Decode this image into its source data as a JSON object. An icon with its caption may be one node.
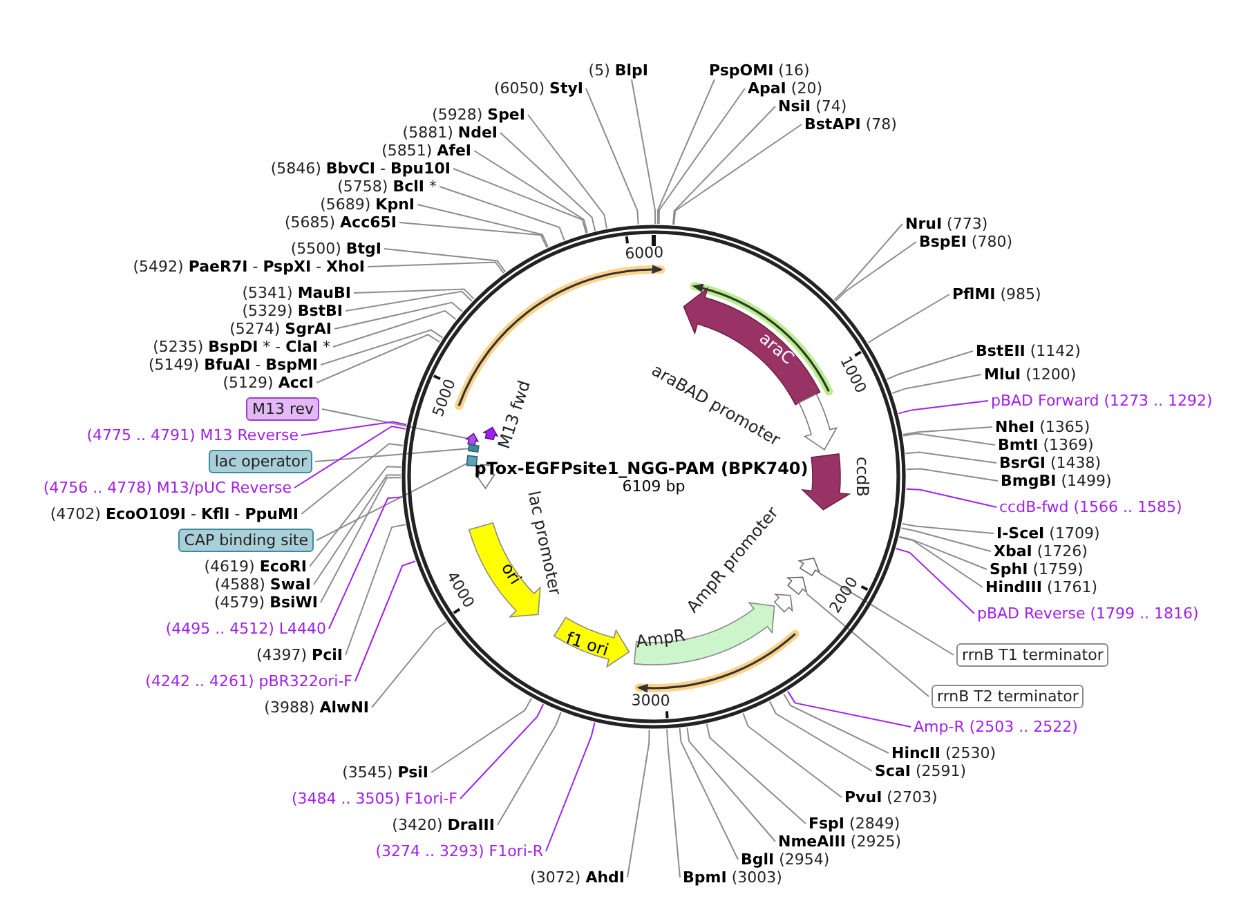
{
  "diagram": {
    "title": "pTox-EGFPsite1_NGG-PAM (BPK740)",
    "nodes": [
      {
        "text": [
          "(5) **BlpI**"
        ]
      },
      {
        "text": [
          "(6050) **StyI**"
        ]
      },
      {
        "text": [
          "(5928) **SpeI**"
        ]
      },
      {
        "text": [
          "(5881) **NdeI**"
        ]
      },
      {
        "text": [
          "(5851) **AfeI**"
        ]
      },
      {
        "text": [
          "(5846) **BbvCI** - **Bpu10I**"
        ]
      },
      {
        "text": [
          "(5758) **BclI** *"
        ]
      },
      {
        "text": [
          "(5689) **KpnI**"
        ]
      },
      {
        "text": [
          "(5685) **Acc65I**"
        ]
      },
      {
        "text": [
          "(5500) **BtgI**"
        ]
      },
      {
        "text": [
          "(5492) **PaeR7I** - **PspXI** - **XhoI**"
        ]
      },
      {
        "text": [
          "(5341) **MauBI**"
        ]
      },
      {
        "text": [
          "(5329) **BstBI**"
        ]
      },
      {
        "text": [
          "(5274) **SgrAI**"
        ]
      },
      {
        "text": [
          "(5235) **BspDI** * - **ClaI** *"
        ]
      },
      {
        "text": [
          "(5149) **BfuAI** - **BspMI**"
        ]
      },
      {
        "text": [
          "(5129) **AccI**"
        ]
      },
      {
        "text": [
          "M13 rev"
        ]
      },
      {
        "text": [
          "(4775 .. 4791) M13 Reverse"
        ]
      },
      {
        "text": [
          "lac operator"
        ]
      },
      {
        "text": [
          "(4756 .. 4778) M13/pUC Reverse"
        ]
      },
      {
        "text": [
          "(4702) **EcoO109I** - **KflI** - **PpuMI**"
        ]
      },
      {
        "text": [
          "CAP binding site"
        ]
      },
      {
        "text": [
          "(4619) **EcoRI**"
        ]
      },
      {
        "text": [
          "(4588) **SwaI**"
        ]
      },
      {
        "text": [
          "(4579) **BsiWI**"
        ]
      },
      {
        "text": [
          "(4495 .. 4512) L4440"
        ]
      },
      {
        "text": [
          "(4397) **PciI**"
        ]
      },
      {
        "text": [
          "(4242 .. 4261) pBR322ori-F"
        ]
      },
      {
        "text": [
          "(3988) **AlwNI**"
        ]
      },
      {
        "text": [
          "(3545) **PsiI**"
        ]
      },
      {
        "text": [
          "(3484 .. 3505) F1ori-F"
        ]
      },
      {
        "text": [
          "(3420) **DraIII**"
        ]
      },
      {
        "text": [
          "(3274 .. 3293) F1ori-R"
        ]
      },
      {
        "text": [
          "(3072) **AhdI**"
        ]
      },
      {
        "text": [
          "**BpmI** (3003)"
        ]
      },
      {
        "text": [
          "**BglI** (2954)"
        ]
      },
      {
        "text": [
          "**NmeAIII** (2925)"
        ]
      },
      {
        "text": [
          "**FspI** (2849)"
        ]
      },
      {
        "text": [
          "**PvuI** (2703)"
        ]
      },
      {
        "text": [
          "**ScaI** (2591)"
        ]
      },
      {
        "text": [
          "**HincII** (2530)"
        ]
      },
      {
        "text": [
          "Amp-R (2503 .. 2522)"
        ]
      },
      {
        "text": [
          "rrnB T2 terminator"
        ]
      },
      {
        "text": [
          "rrnB T1 terminator"
        ]
      },
      {
        "text": [
          "pBAD Reverse (1799 .. 1816)"
        ]
      },
      {
        "text": [
          "**HindIII** (1761)"
        ]
      },
      {
        "text": [
          "**SphI** (1759)"
        ]
      },
      {
        "text": [
          "**XbaI** (1726)"
        ]
      },
      {
        "text": [
          "**I-SceI** (1709)"
        ]
      },
      {
        "text": [
          "ccdB-fwd (1566 .. 1585)"
        ]
      },
      {
        "text": [
          "**BmgBI** (1499)"
        ]
      },
      {
        "text": [
          "**BsrGI** (1438)"
        ]
      },
      {
        "text": [
          "**BmtI** (1369)"
        ]
      },
      {
        "text": [
          "**NheI** (1365)"
        ]
      },
      {
        "text": [
          "pBAD Forward (1273 .. 1292)"
        ]
      },
      {
        "text": [
          "**MluI** (1200)"
        ]
      },
      {
        "text": [
          "**BstEII** (1142)"
        ]
      },
      {
        "text": [
          "**PflMI** (985)"
        ]
      },
      {
        "text": [
          "**BspEI** (780)"
        ]
      },
      {
        "text": [
          "**NruI** (773)"
        ]
      },
      {
        "text": [
          "**BstAPI** (78)"
        ]
      },
      {
        "text": [
          "**NsiI** (74)"
        ]
      },
      {
        "text": [
          "**ApaI** (20)"
        ]
      },
      {
        "text": [
          "**PspOMI** (16)"
        ]
      },
      {
        "text": [
          "araC"
        ]
      },
      {
        "text": [
          "araBAD promoter"
        ]
      },
      {
        "text": [
          "ccdB"
        ]
      },
      {
        "text": [
          "AmpR promoter"
        ]
      },
      {
        "text": [
          "AmpR"
        ]
      },
      {
        "text": [
          "f1 ori"
        ]
      },
      {
        "text": [
          "ori"
        ]
      },
      {
        "text": [
          "lac promoter"
        ]
      },
      {
        "text": [
          "M13 fwd"
        ]
      },
      {
        "text": [],
        "shape": "arrow"
      },
      {
        "text": [],
        "shape": "box"
      },
      {
        "text": [],
        "shape": "box"
      },
      {
        "text": [],
        "shape": "arrow"
      },
      {
        "text": [],
        "shape": "arrow"
      }
    ],
    "edges": [
      {
        "from": 0,
        "to": null,
        "arrow": "none"
      },
      {
        "from": 1,
        "to": null,
        "arrow": "none"
      },
      {
        "from": 2,
        "to": null,
        "arrow": "none"
      },
      {
        "from": 3,
        "to": null,
        "arrow": "none"
      },
      {
        "from": 4,
        "to": null,
        "arrow": "none"
      },
      {
        "from": 5,
        "to": null,
        "arrow": "none"
      },
      {
        "from": 6,
        "to": null,
        "arrow": "none"
      },
      {
        "from": 7,
        "to": null,
        "arrow": "none"
      },
      {
        "from": 8,
        "to": null,
        "arrow": "none"
      },
      {
        "from": 9,
        "to": null,
        "arrow": "none"
      },
      {
        "from": 10,
        "to": null,
        "arrow": "none"
      },
      {
        "from": 11,
        "to": null,
        "arrow": "none"
      },
      {
        "from": 12,
        "to": null,
        "arrow": "none"
      },
      {
        "from": 13,
        "to": null,
        "arrow": "none"
      },
      {
        "from": 14,
        "to": null,
        "arrow": "none"
      },
      {
        "from": 15,
        "to": null,
        "arrow": "none"
      },
      {
        "from": 16,
        "to": null,
        "arrow": "none"
      },
      {
        "from": 17,
        "to": 74,
        "arrow": "none"
      },
      {
        "from": 18,
        "to": null,
        "arrow": "none",
        "color": "#a020f0"
      },
      {
        "from": 19,
        "to": 75,
        "arrow": "none"
      },
      {
        "from": 20,
        "to": null,
        "arrow": "none",
        "color": "#a020f0"
      },
      {
        "from": 21,
        "to": null,
        "arrow": "none"
      },
      {
        "from": 22,
        "to": 76,
        "arrow": "none"
      },
      {
        "from": 23,
        "to": null,
        "arrow": "none"
      },
      {
        "from": 24,
        "to": null,
        "arrow": "none"
      },
      {
        "from": 25,
        "to": null,
        "arrow": "none"
      },
      {
        "from": 26,
        "to": null,
        "arrow": "none",
        "color": "#a020f0"
      },
      {
        "from": 27,
        "to": null,
        "arrow": "none"
      },
      {
        "from": 28,
        "to": null,
        "arrow": "none",
        "color": "#a020f0"
      },
      {
        "from": 29,
        "to": null,
        "arrow": "none"
      },
      {
        "from": 30,
        "to": null,
        "arrow": "none"
      },
      {
        "from": 31,
        "to": null,
        "arrow": "none",
        "color": "#a020f0"
      },
      {
        "from": 32,
        "to": null,
        "arrow": "none"
      },
      {
        "from": 33,
        "to": null,
        "arrow": "none",
        "color": "#a020f0"
      },
      {
        "from": 34,
        "to": null,
        "arrow": "none"
      },
      {
        "from": 35,
        "to": null,
        "arrow": "none"
      },
      {
        "from": 36,
        "to": null,
        "arrow": "none"
      },
      {
        "from": 37,
        "to": null,
        "arrow": "none"
      },
      {
        "from": 38,
        "to": null,
        "arrow": "none"
      },
      {
        "from": 39,
        "to": null,
        "arrow": "none"
      },
      {
        "from": 40,
        "to": null,
        "arrow": "none"
      },
      {
        "from": 41,
        "to": null,
        "arrow": "none"
      },
      {
        "from": 42,
        "to": null,
        "arrow": "none",
        "color": "#a020f0"
      },
      {
        "from": 43,
        "to": 78,
        "arrow": "none"
      },
      {
        "from": 44,
        "to": 77,
        "arrow": "none"
      },
      {
        "from": 45,
        "to": null,
        "arrow": "none",
        "color": "#a020f0"
      },
      {
        "from": 46,
        "to": null,
        "arrow": "none"
      },
      {
        "from": 47,
        "to": null,
        "arrow": "none"
      },
      {
        "from": 48,
        "to": null,
        "arrow": "none"
      },
      {
        "from": 49,
        "to": null,
        "arrow": "none"
      },
      {
        "from": 50,
        "to": null,
        "arrow": "none",
        "color": "#a020f0"
      },
      {
        "from": 51,
        "to": null,
        "arrow": "none"
      },
      {
        "from": 52,
        "to": null,
        "arrow": "none"
      },
      {
        "from": 53,
        "to": null,
        "arrow": "none"
      },
      {
        "from": 54,
        "to": null,
        "arrow": "none"
      },
      {
        "from": 55,
        "to": null,
        "arrow": "none",
        "color": "#a020f0"
      },
      {
        "from": 56,
        "to": null,
        "arrow": "none"
      },
      {
        "from": 57,
        "to": null,
        "arrow": "none"
      },
      {
        "from": 58,
        "to": null,
        "arrow": "none"
      },
      {
        "from": 59,
        "to": null,
        "arrow": "none"
      },
      {
        "from": 60,
        "to": null,
        "arrow": "none"
      },
      {
        "from": 61,
        "to": null,
        "arrow": "none"
      },
      {
        "from": 62,
        "to": null,
        "arrow": "none"
      },
      {
        "from": 63,
        "to": null,
        "arrow": "none"
      },
      {
        "from": 64,
        "to": null,
        "arrow": "none"
      }
    ],
    "labels": [
      "6109 bp",
      "1000",
      "2000",
      "3000",
      "4000",
      "5000",
      "6000"
    ]
  }
}
